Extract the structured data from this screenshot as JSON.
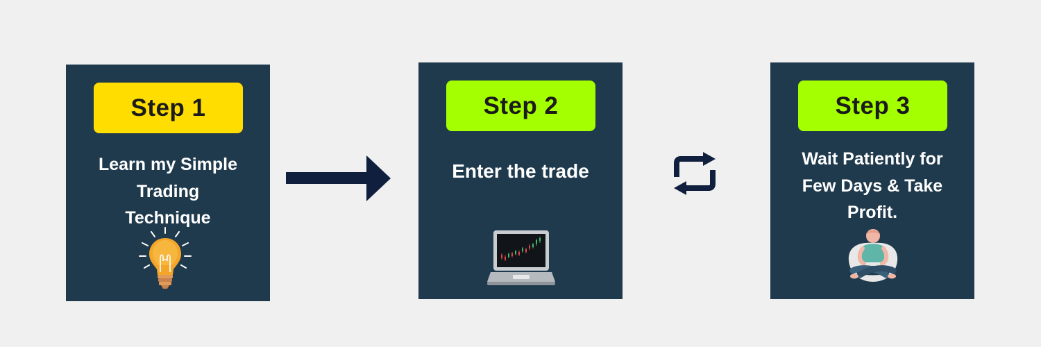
{
  "steps": [
    {
      "badge": "Step 1",
      "badge_color": "#ffdd00",
      "text": "Learn my Simple\nTrading\nTechnique",
      "icon": "lightbulb-icon"
    },
    {
      "badge": "Step 2",
      "badge_color": "#a4ff00",
      "text": "Enter the trade",
      "icon": "laptop-chart-icon"
    },
    {
      "badge": "Step 3",
      "badge_color": "#a4ff00",
      "text": "Wait Patiently for\nFew Days & Take\nProfit.",
      "icon": "meditating-person-icon"
    }
  ],
  "connectors": [
    {
      "icon": "arrow-right-icon"
    },
    {
      "icon": "repeat-icon"
    }
  ],
  "colors": {
    "background": "#f0f0f0",
    "card": "#1f3a4d",
    "connector": "#0f1f3d",
    "text": "#ffffff"
  }
}
